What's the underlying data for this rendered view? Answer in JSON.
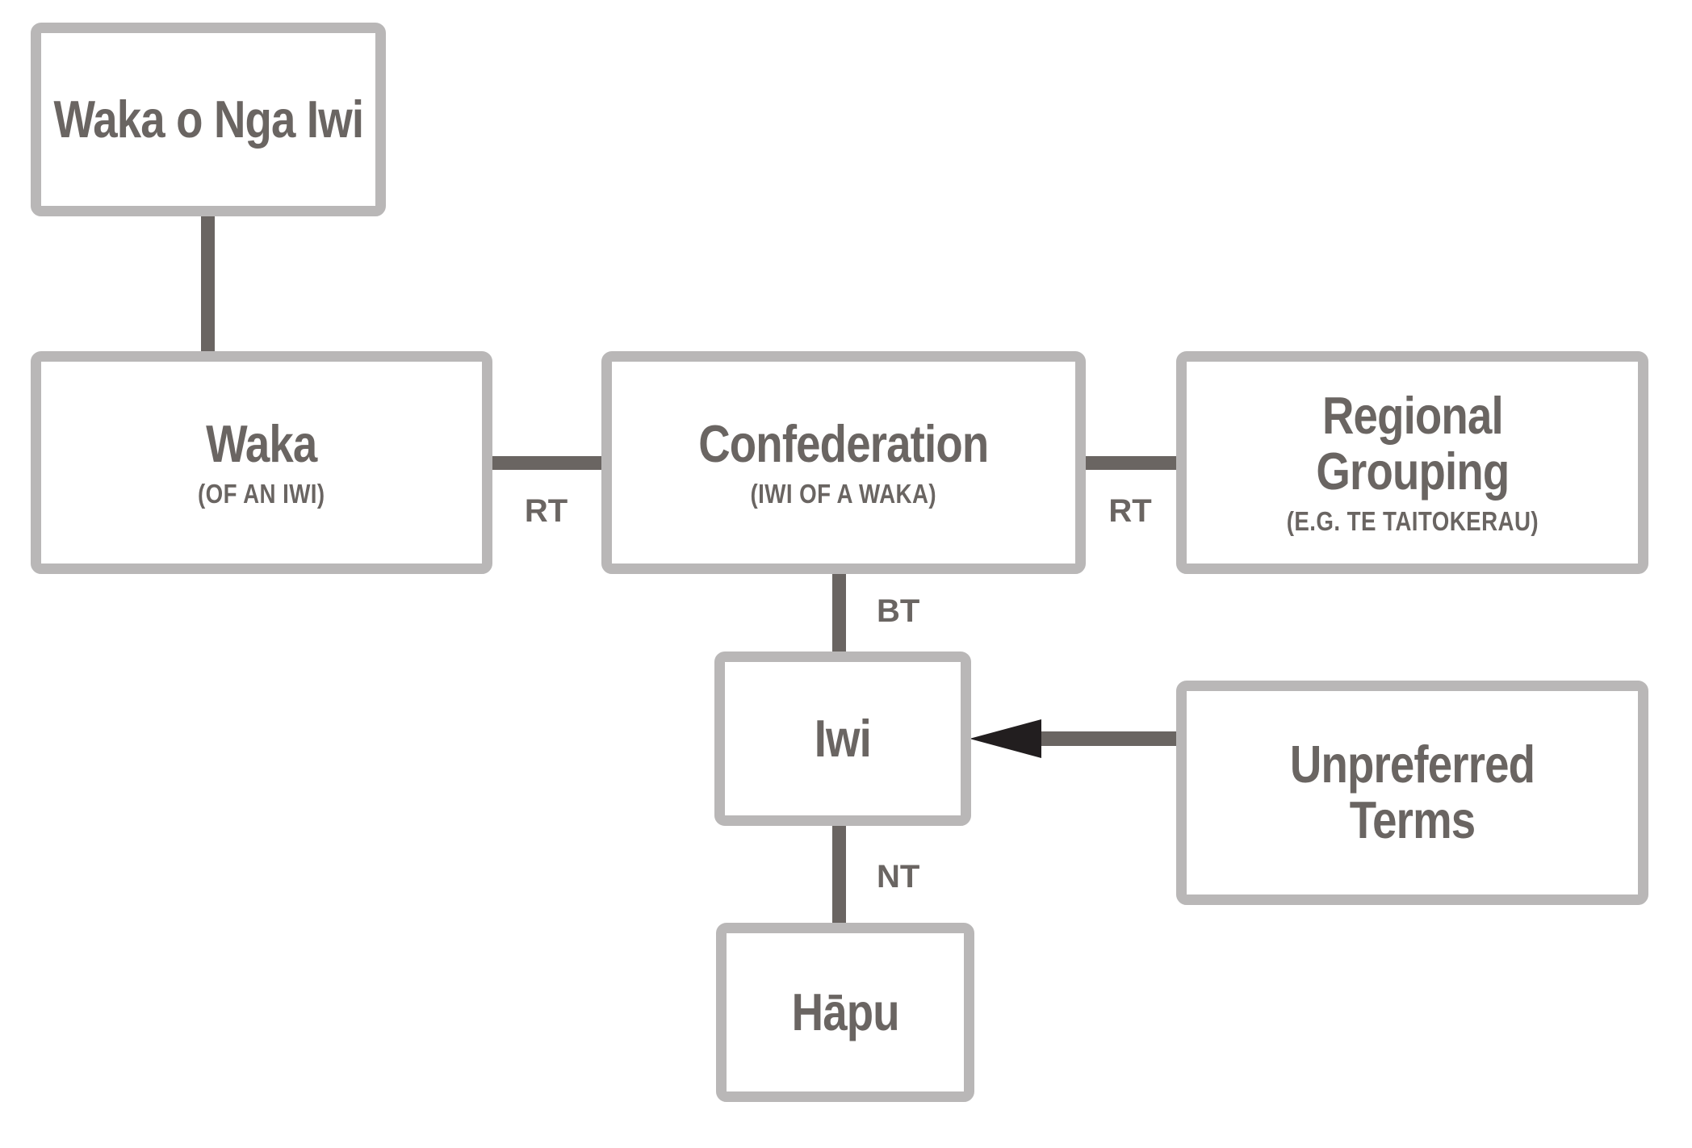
{
  "diagram": {
    "nodes": [
      {
        "id": "waka-o-nga-iwi",
        "title": "Waka o Nga Iwi"
      },
      {
        "id": "waka",
        "title": "Waka",
        "caption": "(OF AN IWI)"
      },
      {
        "id": "confederation",
        "title": "Confederation",
        "caption": "(IWI OF A WAKA)"
      },
      {
        "id": "regional-grouping",
        "title": "Regional",
        "title2": "Grouping",
        "caption": "(E.G. TE TAITOKERAU)"
      },
      {
        "id": "iwi",
        "title": "Iwi"
      },
      {
        "id": "unpreferred-terms",
        "title": "Unpreferred",
        "title2": "Terms"
      },
      {
        "id": "hapu",
        "title": "Hāpu"
      }
    ],
    "relations": {
      "rt1": "RT",
      "rt2": "RT",
      "bt": "BT",
      "nt": "NT"
    },
    "colors": {
      "background": "#ffffff",
      "box_border": "#b9b7b7",
      "box_fill": "#ffffff",
      "text": "#6a6562",
      "connector": "#6a6562",
      "arrowhead": "#221e1f"
    }
  }
}
